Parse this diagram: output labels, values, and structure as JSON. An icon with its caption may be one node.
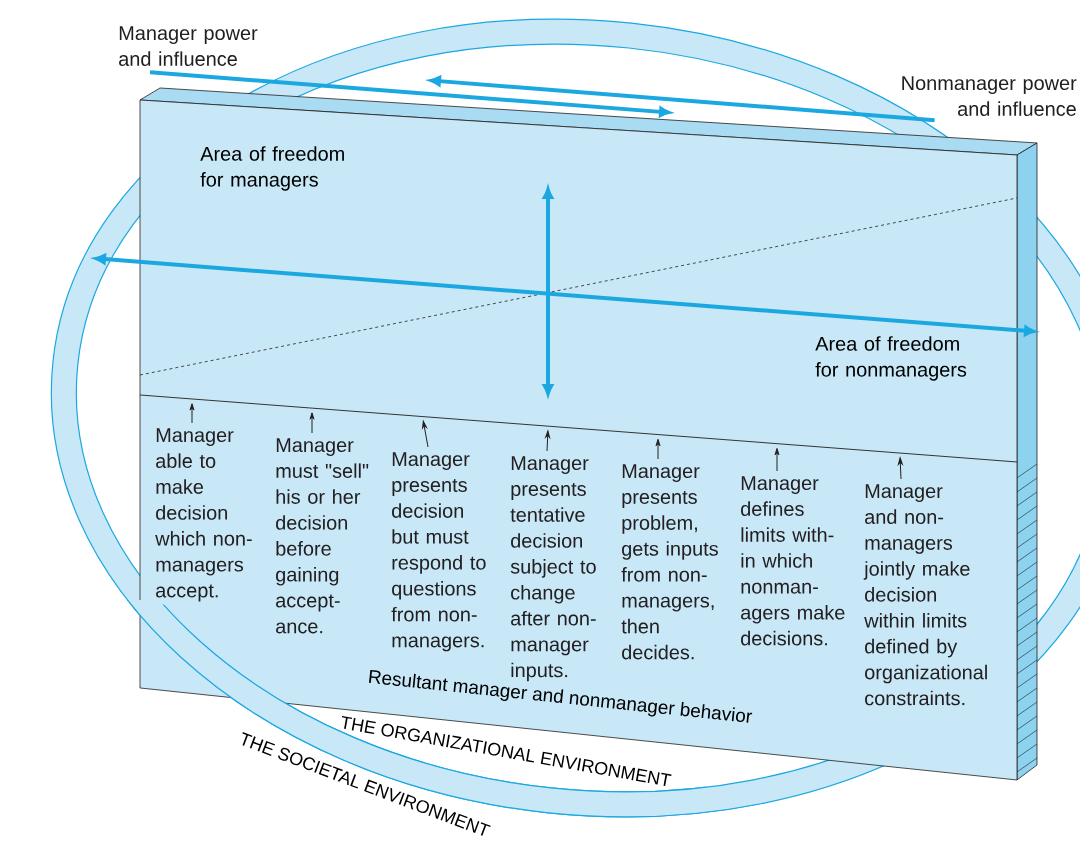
{
  "diagram": {
    "nodes": [
      {
        "text": [
          "Manager able to make decision which non- managers accept."
        ]
      },
      {
        "text": [
          "Manager must \"sell\" his or her decision before gaining accept- ance."
        ]
      },
      {
        "text": [
          "Manager presents decision but must respond to questions from non- managers."
        ]
      },
      {
        "text": [
          "Manager presents tentative decision subject to change after non- manager inputs."
        ]
      },
      {
        "text": [
          "Manager presents problem, gets inputs from non- managers, then decides."
        ]
      },
      {
        "text": [
          "Manager defines limits with- in which nonman- agers make decisions."
        ]
      },
      {
        "text": [
          "Manager and non- managers jointly make decision within limits defined by organizational constraints."
        ]
      },
      {
        "text": [
          "Manager power and influence"
        ]
      },
      {
        "text": [
          "Nonmanager power and influence"
        ]
      }
    ],
    "edges": [
      {
        "from": 7,
        "to": null,
        "arrow": "to",
        "style": "thick",
        "color": "#1ba8e0"
      },
      {
        "from": 8,
        "to": null,
        "arrow": "to",
        "style": "thick",
        "color": "#1ba8e0"
      },
      {
        "from": 0,
        "to": null,
        "arrow": "to"
      },
      {
        "from": 1,
        "to": null,
        "arrow": "to"
      },
      {
        "from": 2,
        "to": null,
        "arrow": "to"
      },
      {
        "from": 3,
        "to": null,
        "arrow": "to"
      },
      {
        "from": 4,
        "to": null,
        "arrow": "to"
      },
      {
        "from": 5,
        "to": null,
        "arrow": "to"
      },
      {
        "from": 6,
        "to": null,
        "arrow": "to"
      }
    ],
    "labels": [
      "Area of freedom for managers",
      "Area of freedom for nonmanagers",
      "Resultant manager and nonmanager behavior",
      "THE ORGANIZATIONAL ENVIRONMENT",
      "THE SOCIETAL ENVIRONMENT"
    ]
  }
}
